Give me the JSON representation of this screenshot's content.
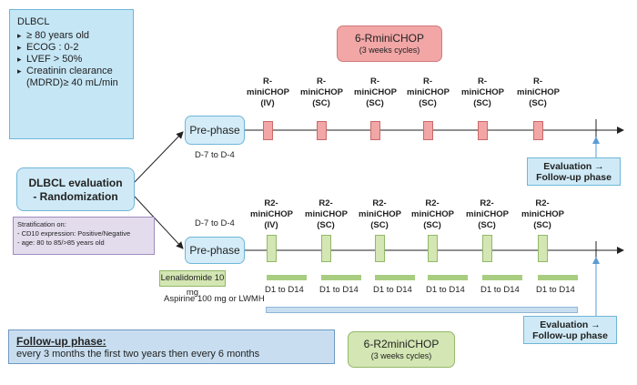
{
  "criteria": {
    "heading": "DLBCL",
    "items": [
      "≥ 80 years old",
      "ECOG : 0-2",
      "LVEF > 50%",
      "Creatinin clearance (MDRD)≥ 40 mL/min"
    ]
  },
  "randomization": {
    "label_line1": "DLBCL evaluation",
    "label_line2": "- Randomization"
  },
  "stratification": {
    "heading": "Stratification on:",
    "line1": "- CD10 expression: Positive/Negative",
    "line2": "- age: 80 to 85/>85 years old"
  },
  "arm_a": {
    "regimen": "6-RminiCHOP",
    "cycles_note": "(3 weeks cycles)",
    "prephase_label": "Pre-phase",
    "prephase_days": "D-7 to D-4",
    "cycles": [
      {
        "l1": "R-",
        "l2": "miniCHOP",
        "l3": "(IV)"
      },
      {
        "l1": "R-",
        "l2": "miniCHOP",
        "l3": "(SC)"
      },
      {
        "l1": "R-",
        "l2": "miniCHOP",
        "l3": "(SC)"
      },
      {
        "l1": "R-",
        "l2": "miniCHOP",
        "l3": "(SC)"
      },
      {
        "l1": "R-",
        "l2": "miniCHOP",
        "l3": "(SC)"
      },
      {
        "l1": "R-",
        "l2": "miniCHOP",
        "l3": "(SC)"
      }
    ],
    "evaluation_line1": "Evaluation →",
    "evaluation_line2": "Follow-up phase"
  },
  "arm_b": {
    "regimen": "6-R2miniCHOP",
    "cycles_note": "(3 weeks cycles)",
    "prephase_label": "Pre-phase",
    "prephase_days": "D-7 to D-4",
    "cycles": [
      {
        "l1": "R2-",
        "l2": "miniCHOP",
        "l3": "(IV)"
      },
      {
        "l1": "R2-",
        "l2": "miniCHOP",
        "l3": "(SC)"
      },
      {
        "l1": "R2-",
        "l2": "miniCHOP",
        "l3": "(SC)"
      },
      {
        "l1": "R2-",
        "l2": "miniCHOP",
        "l3": "(SC)"
      },
      {
        "l1": "R2-",
        "l2": "miniCHOP",
        "l3": "(SC)"
      },
      {
        "l1": "R2-",
        "l2": "miniCHOP",
        "l3": "(SC)"
      }
    ],
    "lenalidomide_label": "Lenalidomide 10 mg",
    "lenalidomide_days": [
      "D1 to D14",
      "D1 to D14",
      "D1 to D14",
      "D1 to D14",
      "D1 to D14",
      "D1 to D14"
    ],
    "aspirin_label": "Aspirine 100 mg or LWMH",
    "evaluation_line1": "Evaluation →",
    "evaluation_line2": "Follow-up phase"
  },
  "followup": {
    "heading": "Follow-up phase:",
    "text": "every 3 months the first two years then every 6 months"
  },
  "colors": {
    "r_minichop": "#f2a6a6",
    "r2_minichop": "#d3e6b3",
    "evaluation": "#cfeaf6",
    "stratification": "#e3dced"
  }
}
